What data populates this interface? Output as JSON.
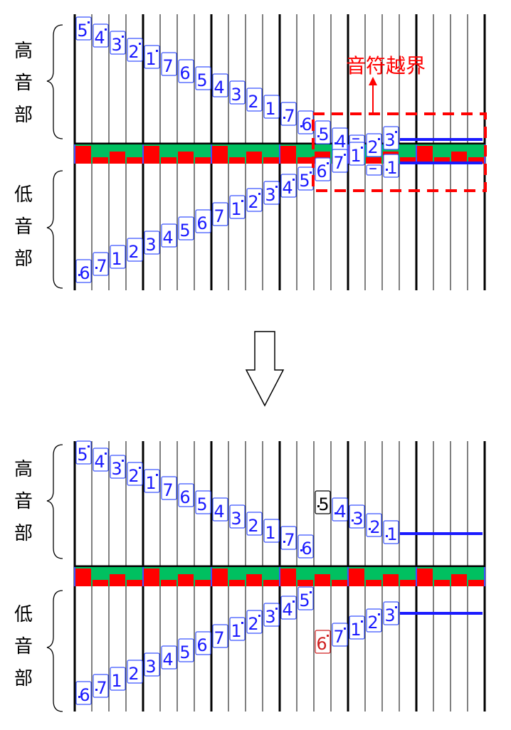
{
  "labels": {
    "upper": [
      "高",
      "音",
      "部"
    ],
    "lower": [
      "低",
      "音",
      "部"
    ]
  },
  "annotation": "音符越界",
  "colors": {
    "note": "#1a1aff",
    "note_border": "#3a55ff",
    "band_green": "#00c060",
    "band_red": "#ff0000",
    "highlight_black": "#000000",
    "highlight_red": "#d02020",
    "overflow_box": "#ff0000"
  },
  "before": {
    "upper": [
      "5'",
      "4'",
      "3'",
      "2'",
      "1'",
      "7",
      "6",
      "5",
      "4",
      "3",
      "2",
      "1",
      ".7",
      ".6",
      ".5",
      ".4",
      "-",
      "2'",
      "3'"
    ],
    "lower": [
      ".6",
      ".7",
      "1",
      "2",
      "3",
      "4",
      "5",
      "6",
      "7",
      "1'",
      "2'",
      "3'",
      "4'",
      "5'",
      "6'",
      "7'",
      "1'",
      "-",
      ".1"
    ]
  },
  "after": {
    "upper": [
      "5'",
      "4'",
      "3'",
      "2'",
      "1'",
      "7",
      "6",
      "5",
      "4",
      "3",
      "2",
      "1",
      ".7",
      ".6",
      ".5",
      ".4",
      ".3",
      ".2",
      ".1"
    ],
    "lower": [
      ".6",
      ".7",
      "1",
      "2",
      "3",
      "4",
      "5",
      "6",
      "7",
      "1'",
      "2'",
      "3'",
      "4'",
      "5'",
      "6'",
      "7'",
      "1'",
      "2'",
      "3'"
    ],
    "upper_highlight_index": 14,
    "lower_highlight_index": 14
  }
}
